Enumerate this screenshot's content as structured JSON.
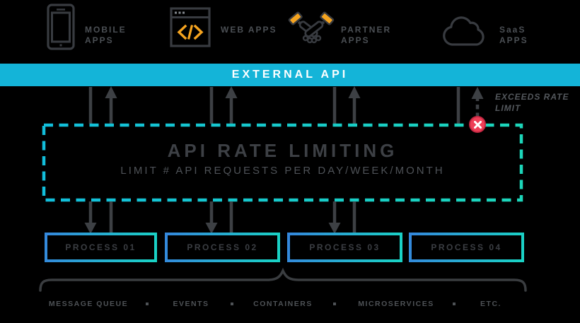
{
  "apps": {
    "items": [
      {
        "icon": "smartphone-icon",
        "label": "MOBILE APPS"
      },
      {
        "icon": "browser-code-icon",
        "label": "WEB APPS"
      },
      {
        "icon": "handshake-icon",
        "label": "PARTNER APPS"
      },
      {
        "icon": "cloud-icon",
        "label": "SaaS APPS"
      }
    ]
  },
  "banner": {
    "label": "EXTERNAL API"
  },
  "rate_limiter": {
    "title": "API RATE LIMITING",
    "subtitle": "LIMIT # API REQUESTS PER DAY/WEEK/MONTH"
  },
  "exceeds": {
    "label": "EXCEEDS RATE LIMIT",
    "badge_icon": "blocked-x-icon"
  },
  "processes": [
    {
      "label": "PROCESS 01"
    },
    {
      "label": "PROCESS 02"
    },
    {
      "label": "PROCESS 03"
    },
    {
      "label": "PROCESS 04"
    }
  ],
  "backend": {
    "items": [
      "MESSAGE QUEUE",
      "EVENTS",
      "CONTAINERS",
      "MICROSERVICES",
      "ETC."
    ],
    "separator": "·"
  },
  "colors": {
    "background": "#000000",
    "banner_cyan": "#14b4d8",
    "dash_gradient_start": "#12bedb",
    "dash_gradient_end": "#1cd6ba",
    "process_border_start": "#3488dc",
    "process_border_end": "#19d3c5",
    "arrow_gray": "#3d4044",
    "icon_gray": "#383b40",
    "accent_orange": "#f6a41f",
    "blocked_red": "#ee3e56",
    "text_gray": "#4b4f54",
    "white": "#ffffff"
  }
}
